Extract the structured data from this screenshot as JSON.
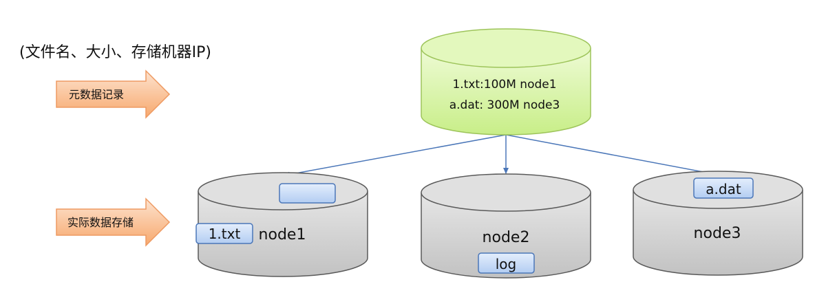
{
  "caption": "(文件名、大小、存储机器IP)",
  "arrows": {
    "metadata_label": "元数据记录",
    "storage_label": "实际数据存储"
  },
  "metadata_db": {
    "line1": "1.txt:100M node1",
    "line2": "a.dat: 300M node3",
    "fill": "#d6f5a0",
    "stroke": "#9dc45a"
  },
  "nodes": [
    {
      "name": "node1",
      "files": [
        "",
        "1.txt"
      ]
    },
    {
      "name": "node2",
      "files": [
        "log"
      ]
    },
    {
      "name": "node3",
      "files": [
        "a.dat"
      ]
    }
  ],
  "colors": {
    "node_fill": "#d7d7d7",
    "node_stroke": "#595959",
    "arrow_fill": "#f9b98c",
    "arrow_stroke": "#ee9a62",
    "connector": "#4a76b8",
    "chip_fill": "#c9dcf7",
    "chip_stroke": "#4a76b8"
  }
}
